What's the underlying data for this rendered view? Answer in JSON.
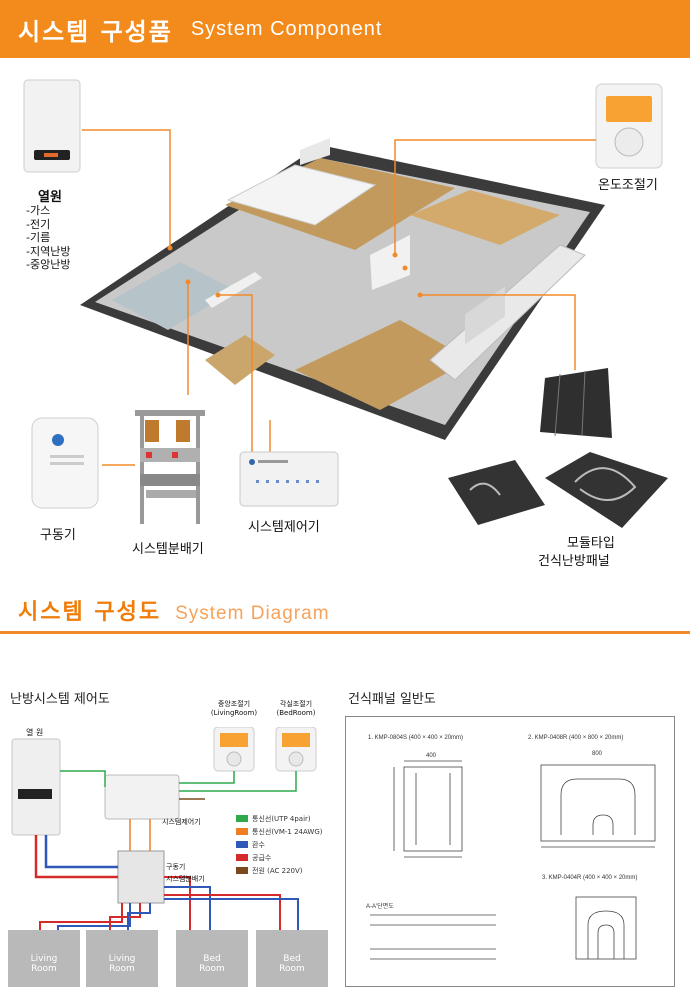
{
  "header": {
    "title_ko": "시스템 구성품",
    "title_en": "System Component"
  },
  "components": {
    "heat_source": {
      "title": "열원",
      "items": [
        "-가스",
        "-전기",
        "-기름",
        "-지역난방",
        "-중앙난방"
      ]
    },
    "thermostat": "온도조절기",
    "driver": "구동기",
    "distributor": "시스템분배기",
    "controller": "시스템제어기",
    "panel_line1": "모듈타입",
    "panel_line2": "건식난방패널"
  },
  "section2": {
    "title_ko": "시스템 구성도",
    "title_en": "System Diagram"
  },
  "diagram_left": {
    "title": "난방시스템 제어도",
    "boiler_label": "열 원",
    "thermostat1_line1": "중앙조절기",
    "thermostat1_line2": "(LivingRoom)",
    "thermostat2_line1": "각실조절기",
    "thermostat2_line2": "(BedRoom)",
    "controller_label": "시스템제어기",
    "driver_label": "구동기",
    "distributor_label": "시스템분배기",
    "legend": [
      {
        "label": "통신선(UTP 4pair)",
        "color": "#2eaa4a"
      },
      {
        "label": "통신선(VM-1 24AWG)",
        "color": "#ef7d22"
      },
      {
        "label": "환수",
        "color": "#2f59b8"
      },
      {
        "label": "공급수",
        "color": "#d42a2a"
      },
      {
        "label": "전원 (AC 220V)",
        "color": "#7a4a1e"
      }
    ],
    "rooms": [
      {
        "line1": "Living",
        "line2": "Room"
      },
      {
        "line1": "Living",
        "line2": "Room"
      },
      {
        "line1": "Bed",
        "line2": "Room"
      },
      {
        "line1": "Bed",
        "line2": "Room"
      }
    ]
  },
  "diagram_right": {
    "title": "건식패널 일반도",
    "panel1": "1. KMP-0804S (400 × 400 × 20mm)",
    "panel2": "2. KMP-0408R (400 × 800 × 20mm)",
    "panel3": "3. KMP-0404R (400 × 400 × 20mm)",
    "dim_400": "400",
    "dim_800": "800",
    "section_label": "A-A'단면도"
  },
  "colors": {
    "accent": "#f28a1c",
    "supply": "#d42a2a",
    "return": "#2f59b8"
  }
}
